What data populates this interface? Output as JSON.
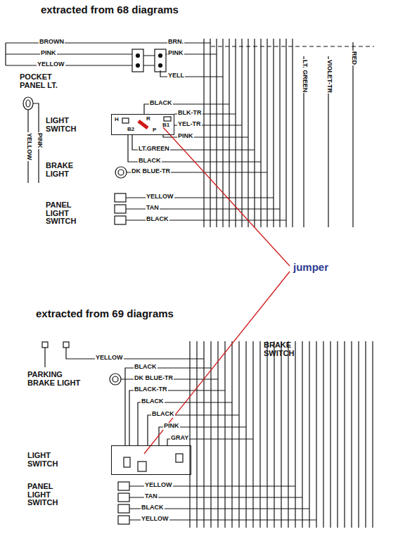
{
  "diagram": {
    "nodes": [
      {
        "text": [
          "LIGHT SWITCH",
          "H",
          "R",
          "B2",
          "P",
          "B1"
        ]
      },
      {
        "text": [
          "LIGHT SWITCH"
        ]
      }
    ],
    "labels": [
      "extracted from 68 diagrams",
      "BROWN",
      "BRN.",
      "PINK",
      "PINK",
      "YELLOW",
      "YELL",
      "LT. GREEN",
      "VIOLET-TR",
      "RED",
      "POCKET PANEL LT.",
      "YELLOW",
      "PINK",
      "BLACK",
      "BLK-TR",
      "YEL-TR",
      "PINK",
      "LT.GREEN",
      "BLACK",
      "DK BLUE-TR",
      "BRAKE LIGHT",
      "PANEL LIGHT SWITCH",
      "YELLOW",
      "TAN",
      "BLACK",
      "jumper",
      "extracted from 69 diagrams",
      "BRAKE SWITCH",
      "YELLOW",
      "PARKING BRAKE LIGHT",
      "BLACK",
      "DK BLUE-TR",
      "BLACK-TR",
      "BLACK",
      "BLACK",
      "PINK",
      "GRAY",
      "PANEL LIGHT SWITCH",
      "YELLOW",
      "TAN",
      "BLACK",
      "YELLOW"
    ]
  }
}
